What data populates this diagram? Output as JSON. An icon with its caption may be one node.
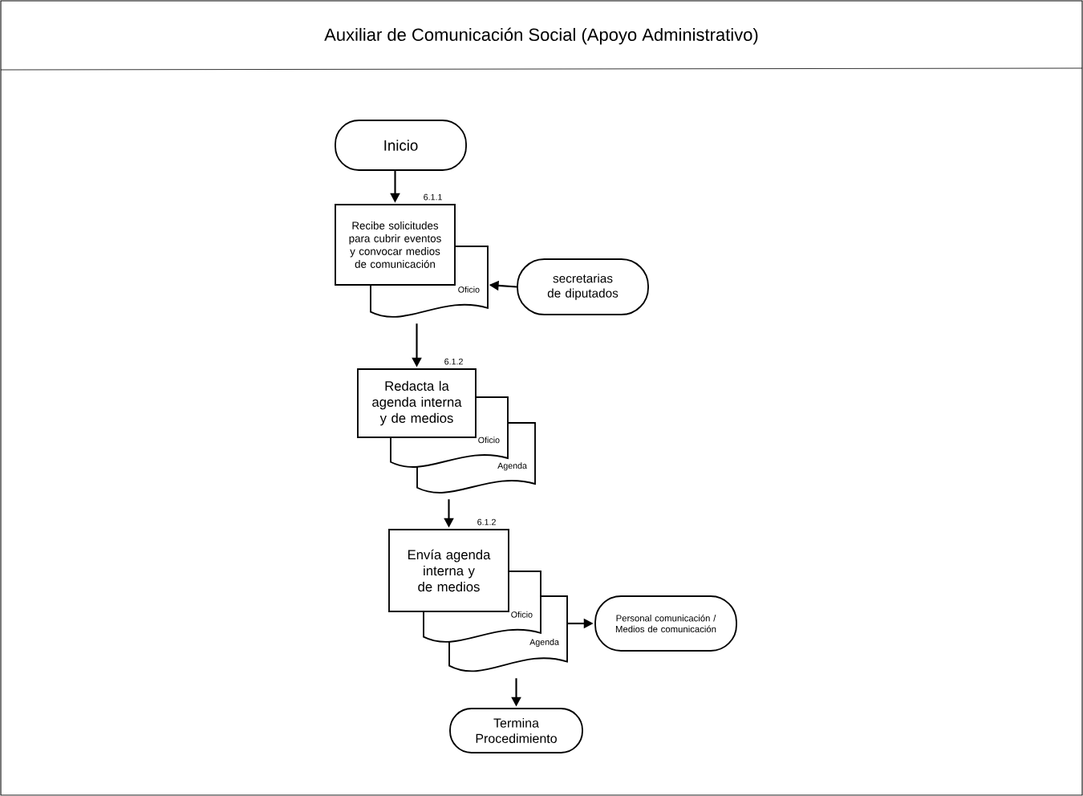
{
  "diagram": {
    "title": "Auxiliar de Comunicación Social (Apoyo Administrativo)",
    "nodes": [
      {
        "text": [
          "Inicio"
        ]
      },
      {
        "text": [
          "Recibe solicitudes para cubrir eventos y convocar medios de comunicación"
        ],
        "beside": [
          "6.1.1"
        ]
      },
      {
        "text": [
          "Oficio"
        ]
      },
      {
        "text": [
          "secretarias de diputados"
        ]
      },
      {
        "text": [
          "Redacta la agenda interna y de medios"
        ],
        "beside": [
          "6.1.2"
        ]
      },
      {
        "text": [
          "Oficio"
        ]
      },
      {
        "text": [
          "Agenda"
        ]
      },
      {
        "text": [
          "Envía agenda interna y de medios"
        ],
        "beside": [
          "6.1.2"
        ]
      },
      {
        "text": [
          "Oficio"
        ]
      },
      {
        "text": [
          "Agenda"
        ]
      },
      {
        "text": [
          "Personal comunicación / Medios de comunicación"
        ]
      },
      {
        "text": [
          "Termina Procedimiento"
        ]
      }
    ],
    "edges": [
      {
        "from": 0,
        "to": 1,
        "arrow": "to"
      },
      {
        "from": 3,
        "to": 2,
        "arrow": "to"
      },
      {
        "from": 2,
        "to": 4,
        "arrow": "to"
      },
      {
        "from": 6,
        "to": 7,
        "arrow": "to"
      },
      {
        "from": 9,
        "to": 10,
        "arrow": "to"
      },
      {
        "from": 9,
        "to": 11,
        "arrow": "to"
      }
    ]
  }
}
